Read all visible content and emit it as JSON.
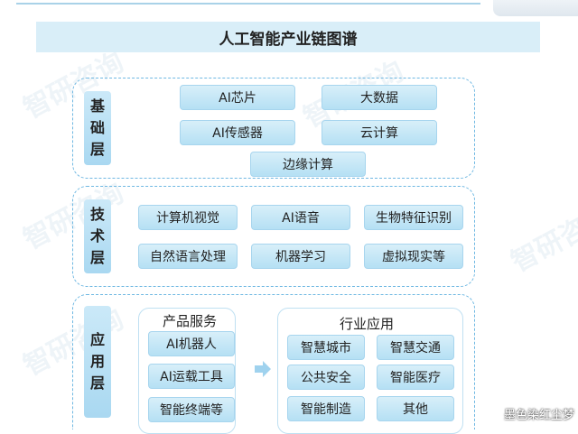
{
  "title": "人工智能产业链图谱",
  "watermark_text": "智研咨询",
  "corner_mark": "墨色染红尘梦",
  "layers": {
    "foundation": {
      "label": [
        "基",
        "础",
        "层"
      ],
      "items": [
        "AI芯片",
        "大数据",
        "AI传感器",
        "云计算",
        "边缘计算"
      ]
    },
    "technology": {
      "label": [
        "技",
        "术",
        "层"
      ],
      "items": [
        "计算机视觉",
        "AI语音",
        "生物特征识别",
        "自然语言处理",
        "机器学习",
        "虚拟现实等"
      ]
    },
    "application": {
      "label": [
        "应",
        "用",
        "层"
      ],
      "products": {
        "title": "产品服务",
        "items": [
          "AI机器人",
          "AI运载工具",
          "智能终端等"
        ]
      },
      "industry": {
        "title": "行业应用",
        "items": [
          "智慧城市",
          "智慧交通",
          "公共安全",
          "智能医疗",
          "智能制造",
          "其他"
        ]
      }
    }
  },
  "colors": {
    "pill_top": "#d8eff9",
    "pill_bottom": "#b5e0f4",
    "dashed_border": "#6fb8e2",
    "title_bg": "#d9eef8"
  }
}
